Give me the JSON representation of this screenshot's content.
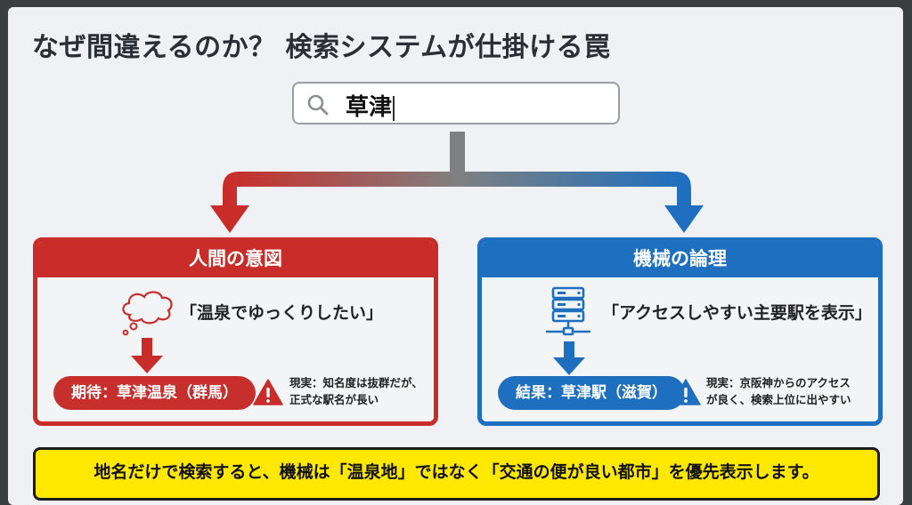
{
  "title": "なぜ間違えるのか？ 検索システムが仕掛ける罠",
  "search": {
    "icon": "search-icon",
    "query": "草津"
  },
  "colors": {
    "human": "#c92d2a",
    "machine": "#1e6fc0",
    "connector": "#808080",
    "banner": "#ffe800",
    "panel": "#eff1f4",
    "frame": "#3b3e41"
  },
  "cards": [
    {
      "id": "human",
      "header": "人間の意図",
      "icon": "thought-bubble-icon",
      "quote": "「温泉でゆっくりしたい」",
      "result_pill": "期待：草津温泉（群馬）",
      "warning_icon": "warning-icon",
      "note_lines": [
        "現実：知名度は抜群だが、",
        "正式な駅名が長い"
      ]
    },
    {
      "id": "machine",
      "header": "機械の論理",
      "icon": "server-icon",
      "quote": "「アクセスしやすい主要駅を表示」",
      "result_pill": "結果：草津駅（滋賀）",
      "warning_icon": "warning-icon",
      "note_lines": [
        "現実：京阪神からのアクセス",
        "が良く、検索上位に出やすい"
      ]
    }
  ],
  "banner": "地名だけで検索すると、機械は「温泉地」ではなく「交通の便が良い都市」を優先表示します。"
}
